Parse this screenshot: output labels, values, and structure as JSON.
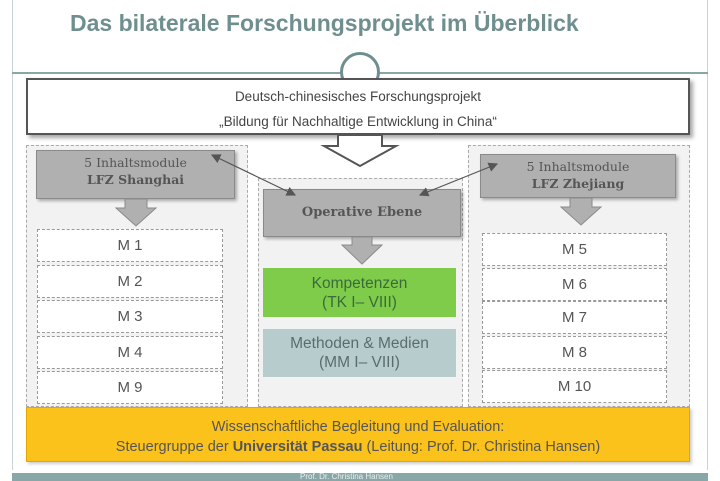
{
  "title": "Das bilaterale Forschungsprojekt im Überblick",
  "header": {
    "line1": "Deutsch-chinesisches Forschungsprojekt",
    "line2": "„Bildung für Nachhaltige Entwicklung in China“"
  },
  "left": {
    "head_line1": "5 Inhaltsmodule",
    "head_line2": "LFZ Shanghai",
    "modules": [
      "M 1",
      "M 2",
      "M 3",
      "M 4",
      "M 9"
    ]
  },
  "right": {
    "head_line1": "5 Inhaltsmodule",
    "head_line2": "LFZ Zhejiang",
    "modules": [
      "M 5",
      "M 6",
      "M 7",
      "M 8",
      "M 10"
    ]
  },
  "center": {
    "operative": "Operative Ebene",
    "kompetenzen_line1": "Kompetenzen",
    "kompetenzen_line2": "(TK I– VIII)",
    "methoden_line1": "Methoden & Medien",
    "methoden_line2": "(MM I– VIII)"
  },
  "footer_box": {
    "line1": "Wissenschaftliche Begleitung und Evaluation:",
    "line2_pre": "Steuergruppe der ",
    "line2_bold": "Universität Passau",
    "line2_post": " (Leitung: Prof. Dr. Christina Hansen)"
  },
  "footer_text": "Prof. Dr. Christina Hansen",
  "colors": {
    "accent_teal": "#6f8f8f",
    "green": "#7fcc4a",
    "yellow": "#fcc21c",
    "gray": "#b0b0b0"
  }
}
